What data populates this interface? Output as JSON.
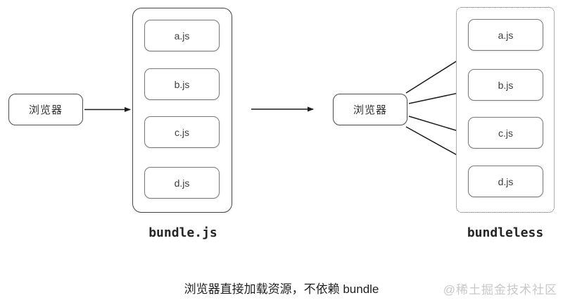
{
  "diagram": {
    "left": {
      "browser_label": "浏览器",
      "container_label": "bundle.js",
      "files": [
        "a.js",
        "b.js",
        "c.js",
        "d.js"
      ]
    },
    "right": {
      "browser_label": "浏览器",
      "container_label": "bundleless",
      "files": [
        "a.js",
        "b.js",
        "c.js",
        "d.js"
      ]
    },
    "caption": "浏览器直接加载资源，不依赖 bundle",
    "watermark": "@稀土掘金技术社区"
  },
  "colors": {
    "background": "#ffffff",
    "container_border": "#474747",
    "file_box_border": "#7a7a7a",
    "arrow": "#1c1c1c",
    "text": "#333333",
    "watermark_text": "#c8c8c8"
  }
}
